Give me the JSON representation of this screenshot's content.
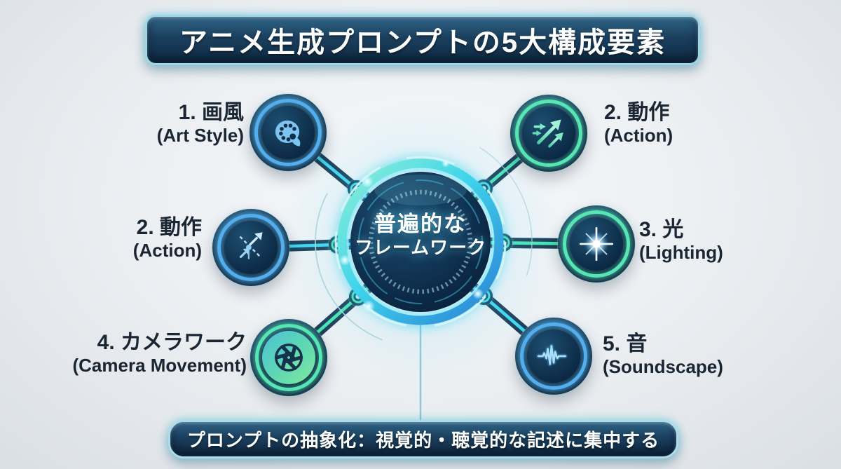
{
  "title": {
    "text": "アニメ生成プロンプトの5大構成要素"
  },
  "hub": {
    "line1": "普遍的な",
    "line2": "フレームワーク"
  },
  "footer": {
    "text": "プロンプトの抽象化：視覚的・聴覚的な記述に集中する"
  },
  "nodes": [
    {
      "id": "art-style",
      "label_jp": "1. 画風",
      "label_en": "(Art Style)",
      "icon": "palette-icon",
      "ring_color": "#53aef0",
      "spoke_color": "#3fd8f0"
    },
    {
      "id": "action-top",
      "label_jp": "2. 動作",
      "label_en": "(Action)",
      "icon": "speed-arrows-icon",
      "ring_color": "#55e6b4",
      "spoke_color": "#4ae6b2"
    },
    {
      "id": "action-left",
      "label_jp": "2. 動作",
      "label_en": "(Action)",
      "icon": "motion-vectors-icon",
      "ring_color": "#53aef0",
      "spoke_color": "#3fd8f0"
    },
    {
      "id": "lighting",
      "label_jp": "3. 光",
      "label_en": "(Lighting)",
      "icon": "light-flare-icon",
      "ring_color": "#55e6b4",
      "spoke_color": "#4ae6b2"
    },
    {
      "id": "camera",
      "label_jp": "4. カメラワーク",
      "label_en": "(Camera Movement)",
      "icon": "aperture-icon",
      "ring_color": "#55e6b4",
      "spoke_color": "#4ae6b2"
    },
    {
      "id": "sound",
      "label_jp": "5. 音",
      "label_en": "(Soundscape)",
      "icon": "waveform-icon",
      "ring_color": "#53aef0",
      "spoke_color": "#3fd8f0"
    }
  ],
  "colors": {
    "background": "#edf0f3",
    "banner_bg_top": "#2f6587",
    "banner_bg_bottom": "#112c46",
    "banner_border": "#9fd6e6",
    "banner_text": "#ffffff",
    "label_text": "#1a2633",
    "spoke_bar": "#1c3d57",
    "accent_cyan": "#3fd8f0",
    "accent_green": "#4ae6b2",
    "hub_text": "#ffffff"
  }
}
